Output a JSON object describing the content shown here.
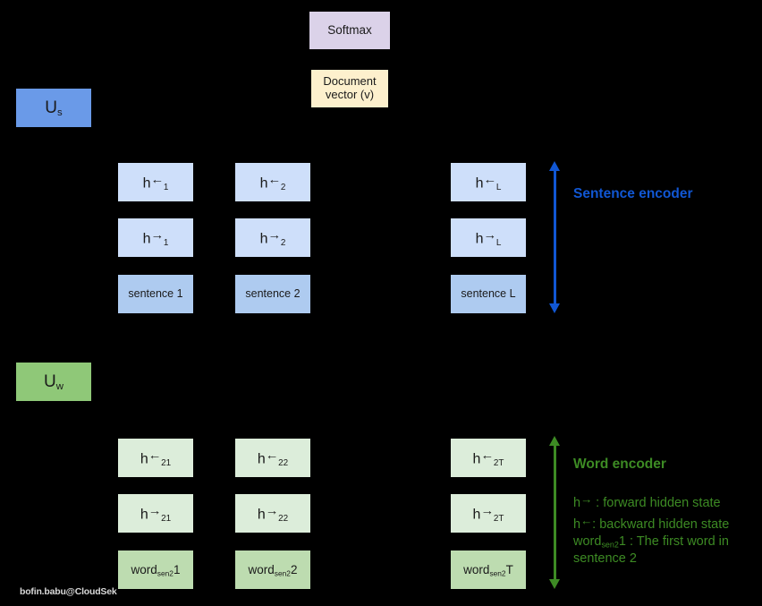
{
  "figure": {
    "title": "Hierarchical Attention Network diagram",
    "background": "#000000"
  },
  "colors": {
    "softmax": "#dbd2e9",
    "document_vector": "#fdf0cd",
    "u_s": "#6a9ae8",
    "u_w": "#8fc878",
    "hidden_blue": "#cedffa",
    "sentence": "#aecbf0",
    "hidden_green": "#dcedda",
    "word": "#bddcb0",
    "sentence_encoder_accent": "#1157d4",
    "word_encoder_accent": "#3d8b24",
    "text": "#1a1a1a",
    "watermark": "#d8d8d8"
  },
  "top": {
    "softmax": "Softmax",
    "document_vector_line1": "Document",
    "document_vector_line2": "vector (v)"
  },
  "attention": {
    "sentence_level": {
      "symbol": "U",
      "subscript": "s"
    },
    "word_level": {
      "symbol": "U",
      "subscript": "w"
    }
  },
  "sentence_encoder": {
    "title": "Sentence encoder",
    "backward_row": [
      {
        "symbol": "h",
        "arrow": "←",
        "subscript": "1"
      },
      {
        "symbol": "h",
        "arrow": "←",
        "subscript": "2"
      },
      {
        "symbol": "h",
        "arrow": "←",
        "subscript": "L"
      }
    ],
    "forward_row": [
      {
        "symbol": "h",
        "arrow": "→",
        "subscript": "1"
      },
      {
        "symbol": "h",
        "arrow": "→",
        "subscript": "2"
      },
      {
        "symbol": "h",
        "arrow": "→",
        "subscript": "L"
      }
    ],
    "input_row": [
      "sentence 1",
      "sentence 2",
      "sentence L"
    ]
  },
  "word_encoder": {
    "title": "Word encoder",
    "backward_row": [
      {
        "symbol": "h",
        "arrow": "←",
        "subscript": "21"
      },
      {
        "symbol": "h",
        "arrow": "←",
        "subscript": "22"
      },
      {
        "symbol": "h",
        "arrow": "←",
        "subscript": "2T"
      }
    ],
    "forward_row": [
      {
        "symbol": "h",
        "arrow": "→",
        "subscript": "21"
      },
      {
        "symbol": "h",
        "arrow": "→",
        "subscript": "22"
      },
      {
        "symbol": "h",
        "arrow": "→",
        "subscript": "2T"
      }
    ],
    "input_row": [
      {
        "stem": "word",
        "subscript": "sen2",
        "index": "1"
      },
      {
        "stem": "word",
        "subscript": "sen2",
        "index": "2"
      },
      {
        "stem": "word",
        "subscript": "sen2",
        "index": "T"
      }
    ],
    "legend": {
      "line1_prefix": "h",
      "line1_arrow": "→",
      "line1_text": " :  forward hidden state",
      "line2_prefix": "h",
      "line2_arrow": "←",
      "line2_text": ": backward hidden state",
      "line3_stem": "word",
      "line3_sub": "sen2",
      "line3_text": "1 : The first word in sentence 2"
    }
  },
  "watermark": "bofin.babu@CloudSek"
}
